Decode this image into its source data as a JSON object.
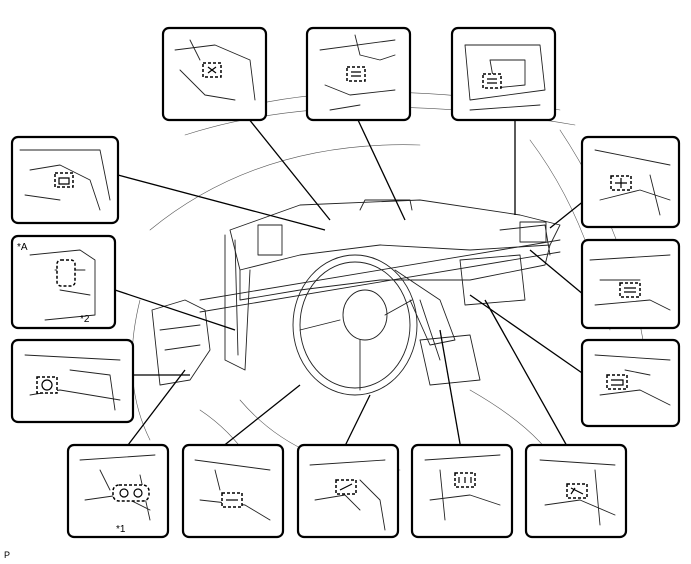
{
  "labels": {
    "marker_a": "*A",
    "marker_2": "*2",
    "marker_1": "*1",
    "footer_code": "P"
  }
}
